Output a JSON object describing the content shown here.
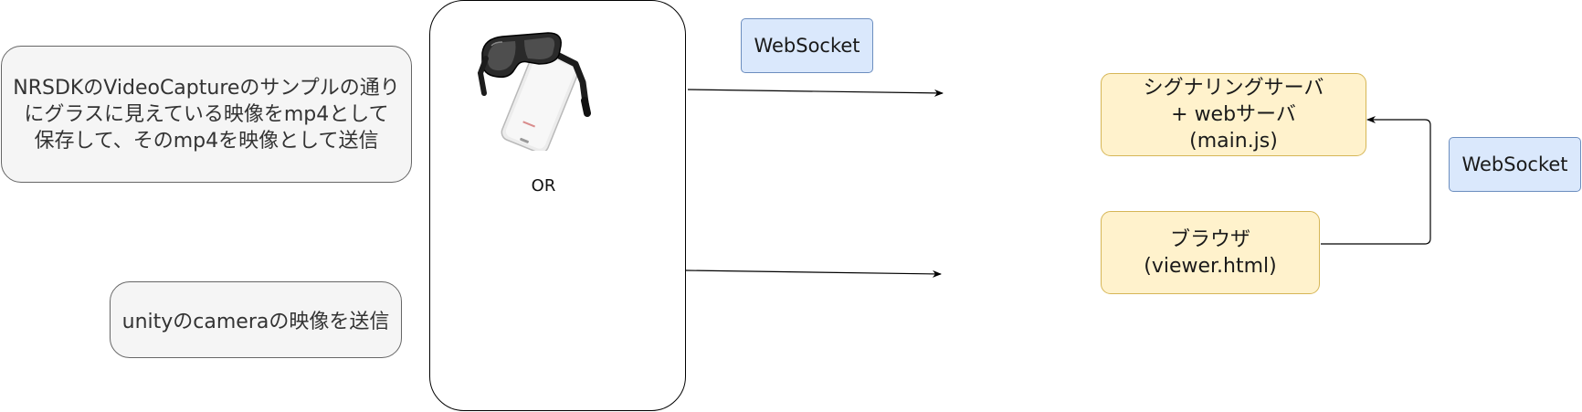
{
  "notes": {
    "mp4_text": "NRSDKのVideoCaptureのサンプルの通り\nにグラスに見えている映像をmp4として\n保存して、そのmp4を映像として送信",
    "unity_text": "unityのcameraの映像を送信"
  },
  "device": {
    "or_label": "OR",
    "image_icon": "ar-glasses-and-phone"
  },
  "protocol_labels": {
    "top": "WebSocket",
    "right": "WebSocket"
  },
  "nodes": {
    "server_label": "シグナリングサーバ\n+ webサーバ\n(main.js)",
    "browser_label": "ブラウザ\n(viewer.html)"
  },
  "colors": {
    "note_fill": "#f5f5f5",
    "protocol_fill": "#dae8fc",
    "node_fill": "#fff2cc"
  }
}
